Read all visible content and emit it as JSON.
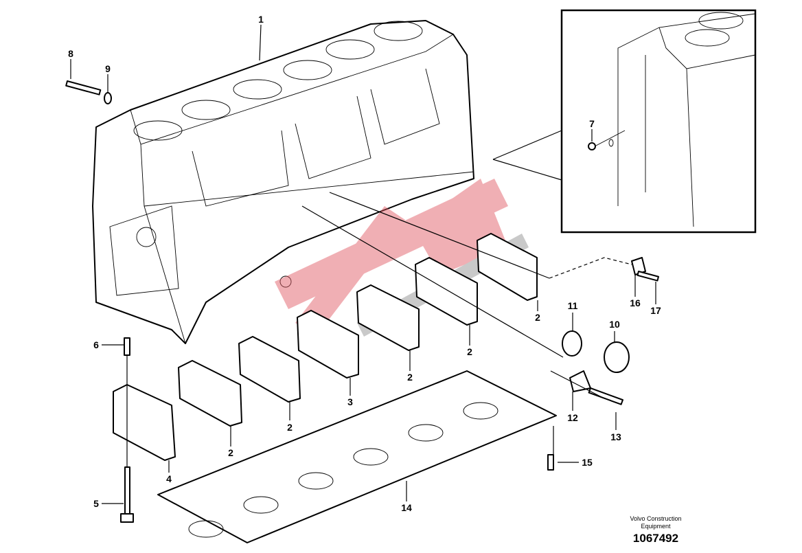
{
  "diagram": {
    "callouts": {
      "c1": "1",
      "c2a": "2",
      "c2b": "2",
      "c2c": "2",
      "c2d": "2",
      "c2e": "2",
      "c3": "3",
      "c4": "4",
      "c5": "5",
      "c6": "6",
      "c7": "7",
      "c8": "8",
      "c9": "9",
      "c10": "10",
      "c11": "11",
      "c12": "12",
      "c13": "13",
      "c14": "14",
      "c15": "15",
      "c16": "16",
      "c17": "17"
    },
    "watermark_color": "#e0505a"
  },
  "footer": {
    "company_line1": "Volvo Construction",
    "company_line2": "Equipment",
    "drawing_number": "1067492"
  }
}
